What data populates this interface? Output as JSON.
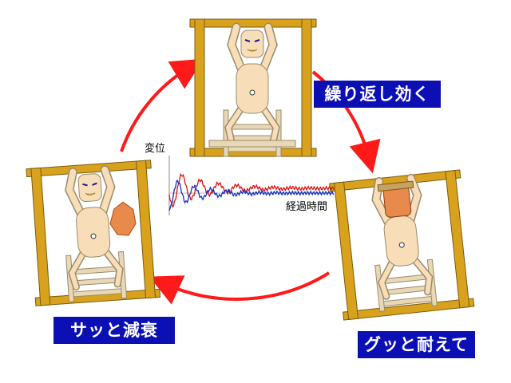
{
  "labels": {
    "repeat": "繰り返し効く",
    "endure": "グッと耐えて",
    "dampen": "サッと減衰"
  },
  "chart": {
    "ylabel": "変位",
    "xlabel": "経過時間"
  },
  "colors": {
    "label_bg": "#0b0fb4",
    "arrow": "#ff1a1a",
    "frame_wood": "#d9a21c",
    "body_skin": "#f7ddb8",
    "damper_face": "#e88a4c",
    "series_red": "#e01010",
    "series_blue": "#1030c0"
  },
  "icons": [
    "cycle-arrow-icon",
    "wooden-frame-icon",
    "character-icon",
    "impact-burst-icon"
  ]
}
